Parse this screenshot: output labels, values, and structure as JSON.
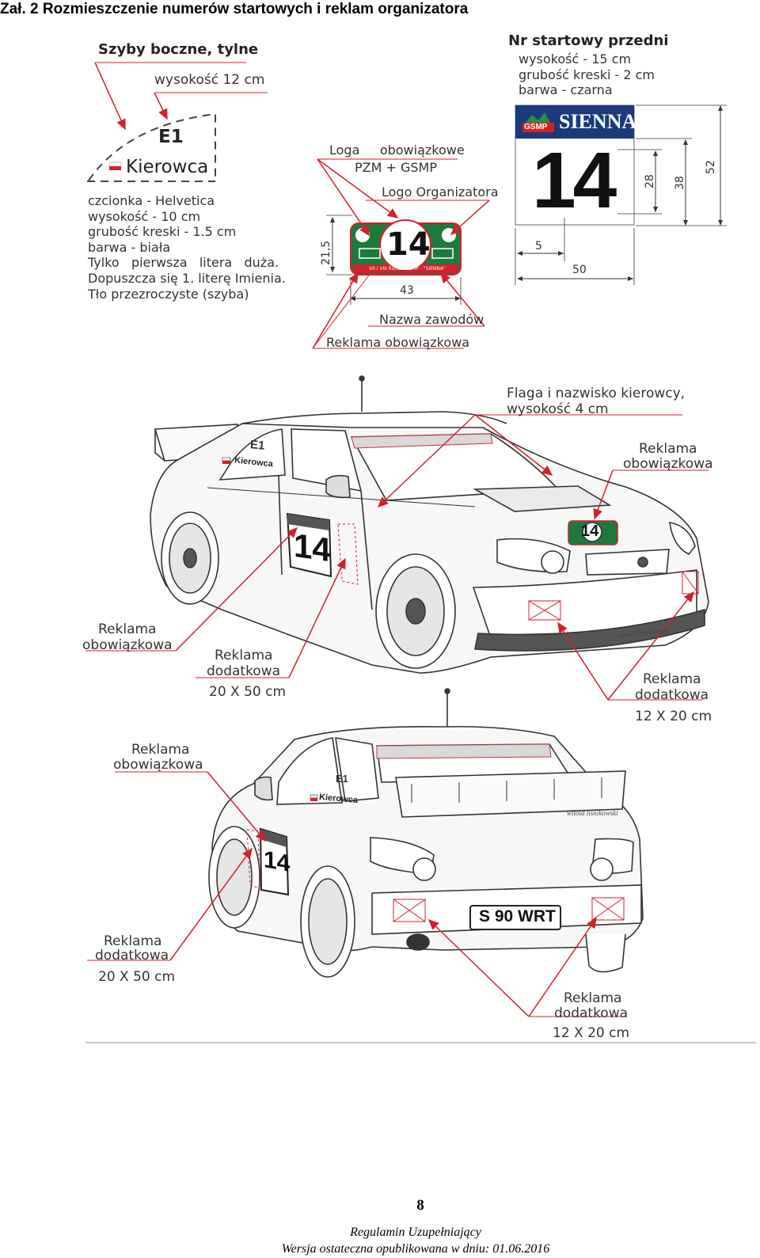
{
  "page": {
    "title": "Zał. 2 Rozmieszczenie numerów startowych i reklam organizatora"
  },
  "side_windows": {
    "heading": "Szyby boczne, tylne",
    "height": "wysokość 12 cm",
    "sample_code": "E1",
    "sample_name": "Kierowca",
    "notes": [
      "czcionka - Helvetica",
      "wysokość - 10 cm",
      "grubość kreski - 1.5 cm",
      "barwa - biała",
      "Tylko   pierwsza   litera   duża.",
      "Dopuszcza się 1. literę Imienia.",
      "Tło przezroczyste (szyba)"
    ]
  },
  "plate": {
    "logos_label": "Loga     obowiązkowe",
    "logos_sub": "PZM + GSMP",
    "organizer_logo": "Logo Organizatora",
    "number": "14",
    "height_dim": "21,5",
    "width_dim": "43",
    "event_name_label": "Nazwa zawodów",
    "mandatory_ad": "Reklama obowiązkowa",
    "strip_text": "VII i VIII Runda GSMP - \"SIENNA\""
  },
  "front_number": {
    "heading": "Nr startowy przedni",
    "specs": [
      "wysokość - 15 cm",
      "grubość kreski - 2 cm",
      "barwa - czarna"
    ],
    "banner": "SIENNA",
    "banner_logo": "GSMP",
    "number": "14",
    "dims": {
      "d28": "28",
      "d38": "38",
      "d52": "52",
      "d5": "5",
      "d50": "50"
    }
  },
  "car_front": {
    "flag_label_l1": "Flaga i nazwisko kierowcy,",
    "flag_label_l2": "wysokość 4 cm",
    "mandatory_l1": "Reklama",
    "mandatory_l2": "obowiązkowa",
    "left_mandatory_l1": "Reklama",
    "left_mandatory_l2": "obowiązkowa",
    "extra_l1": "Reklama",
    "extra_l2": "dodatkowa",
    "extra_size": "20 X 50 cm",
    "right_extra_l1": "Reklama",
    "right_extra_l2": "dodatkowa",
    "right_extra_size": "12 X 20 cm",
    "door_number": "14",
    "door_code": "E1",
    "door_name": "Kierowca",
    "artist": "witold lisnikowski"
  },
  "car_rear": {
    "mandatory_l1": "Reklama",
    "mandatory_l2": "obowiązkowa",
    "extra_l1": "Reklama",
    "extra_l2": "dodatkowa",
    "extra_size": "20 X 50 cm",
    "right_extra_l1": "Reklama",
    "right_extra_l2": "dodatkowa",
    "right_extra_size": "12 X 20 cm",
    "license_plate": "S 90 WRT",
    "door_number": "14",
    "door_code": "E1",
    "door_name": "Kierowca",
    "artist": "witold lisnikowski"
  },
  "footer": {
    "page_number": "8",
    "line1": "Regulamin Uzupełniający",
    "line2": "Wersja ostateczna opublikowana w dniu: 01.06.2016"
  },
  "colors": {
    "accent_red": "#d4202a",
    "plate_green": "#1e7a3c",
    "banner_blue": "#1a3a7a",
    "line_gray": "#555555"
  }
}
